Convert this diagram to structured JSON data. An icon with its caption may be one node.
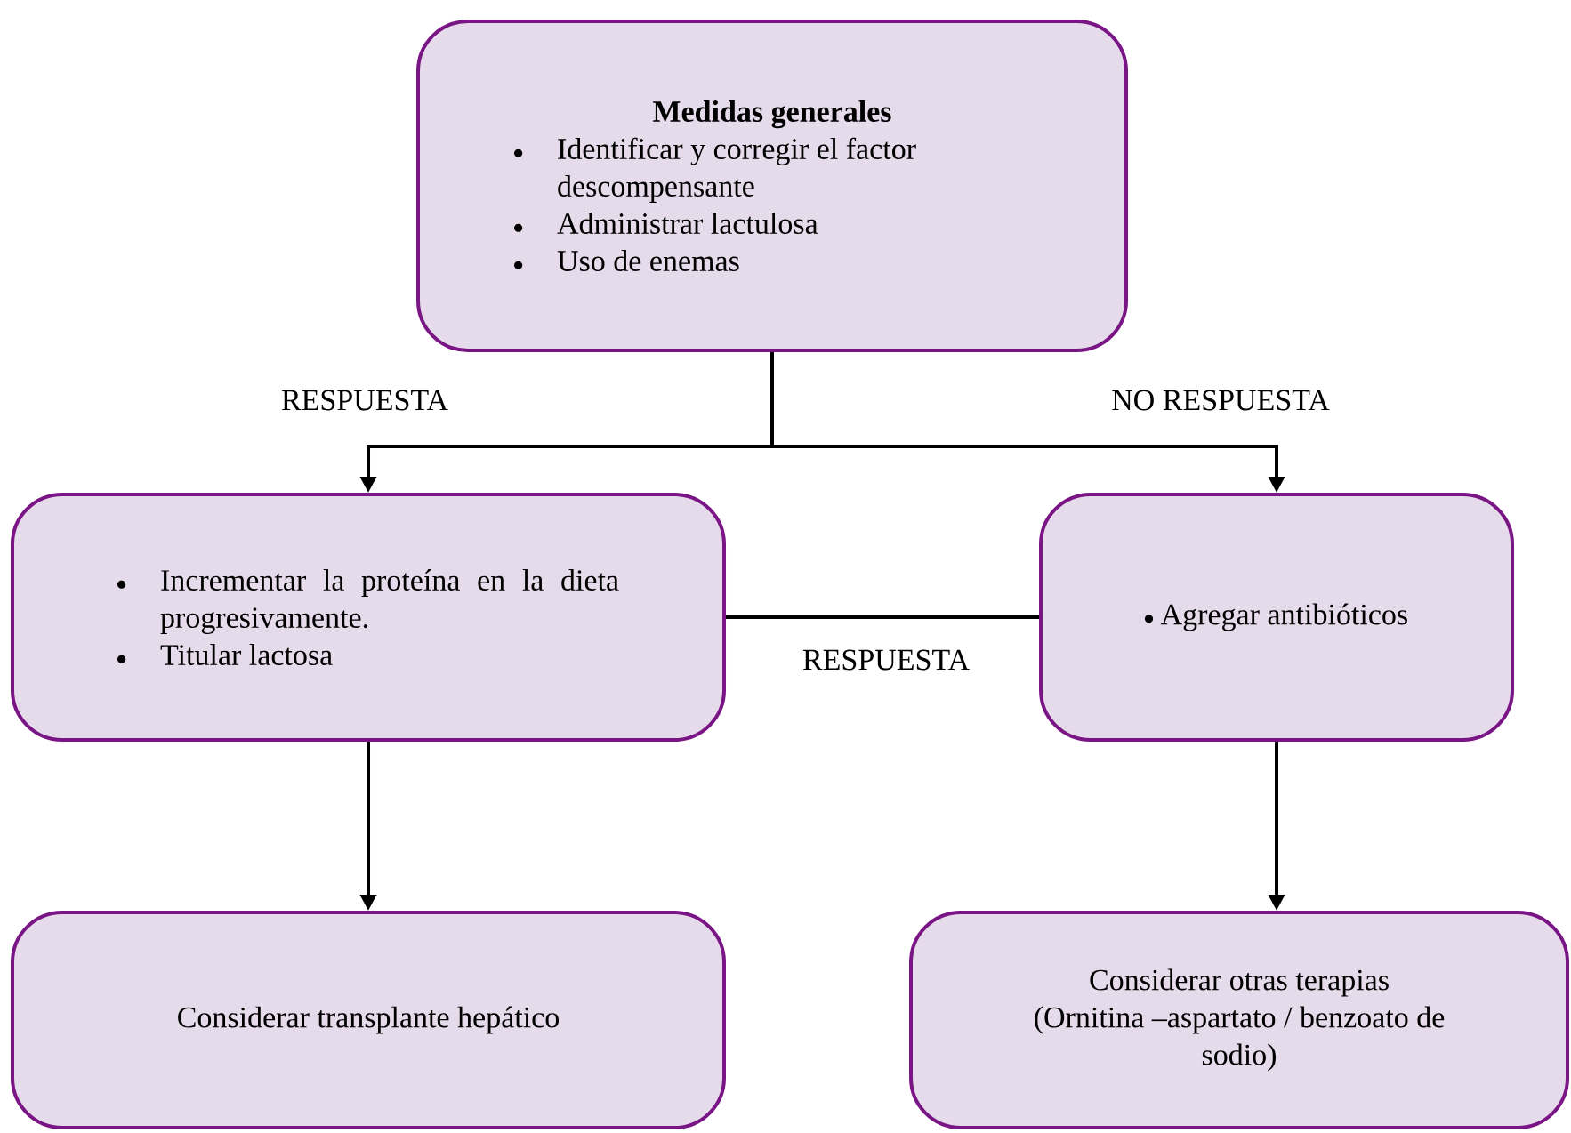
{
  "diagram": {
    "nodes": [
      {
        "text": [
          "Medidas generales",
          "Identificar y corregir el factor descompensante",
          "Administrar lactulosa",
          "Uso de enemas"
        ]
      },
      {
        "text": [
          "Incrementar la proteína en la dieta progresivamente.",
          "Titular lactosa"
        ]
      },
      {
        "text": [
          "Agregar antibióticos"
        ]
      },
      {
        "text": [
          "Considerar transplante hepático"
        ]
      },
      {
        "text": [
          "Considerar otras terapias",
          "(Ornitina –aspartato / benzoato de sodio)"
        ]
      }
    ],
    "edges": [
      {
        "from": 0,
        "to": 1,
        "arrow": "to",
        "label": "RESPUESTA"
      },
      {
        "from": 0,
        "to": 2,
        "arrow": "to",
        "label": "NO RESPUESTA"
      },
      {
        "from": 1,
        "to": 2,
        "arrow": "none",
        "label": "RESPUESTA"
      },
      {
        "from": 1,
        "to": 3,
        "arrow": "to"
      },
      {
        "from": 2,
        "to": 4,
        "arrow": "to"
      }
    ]
  }
}
